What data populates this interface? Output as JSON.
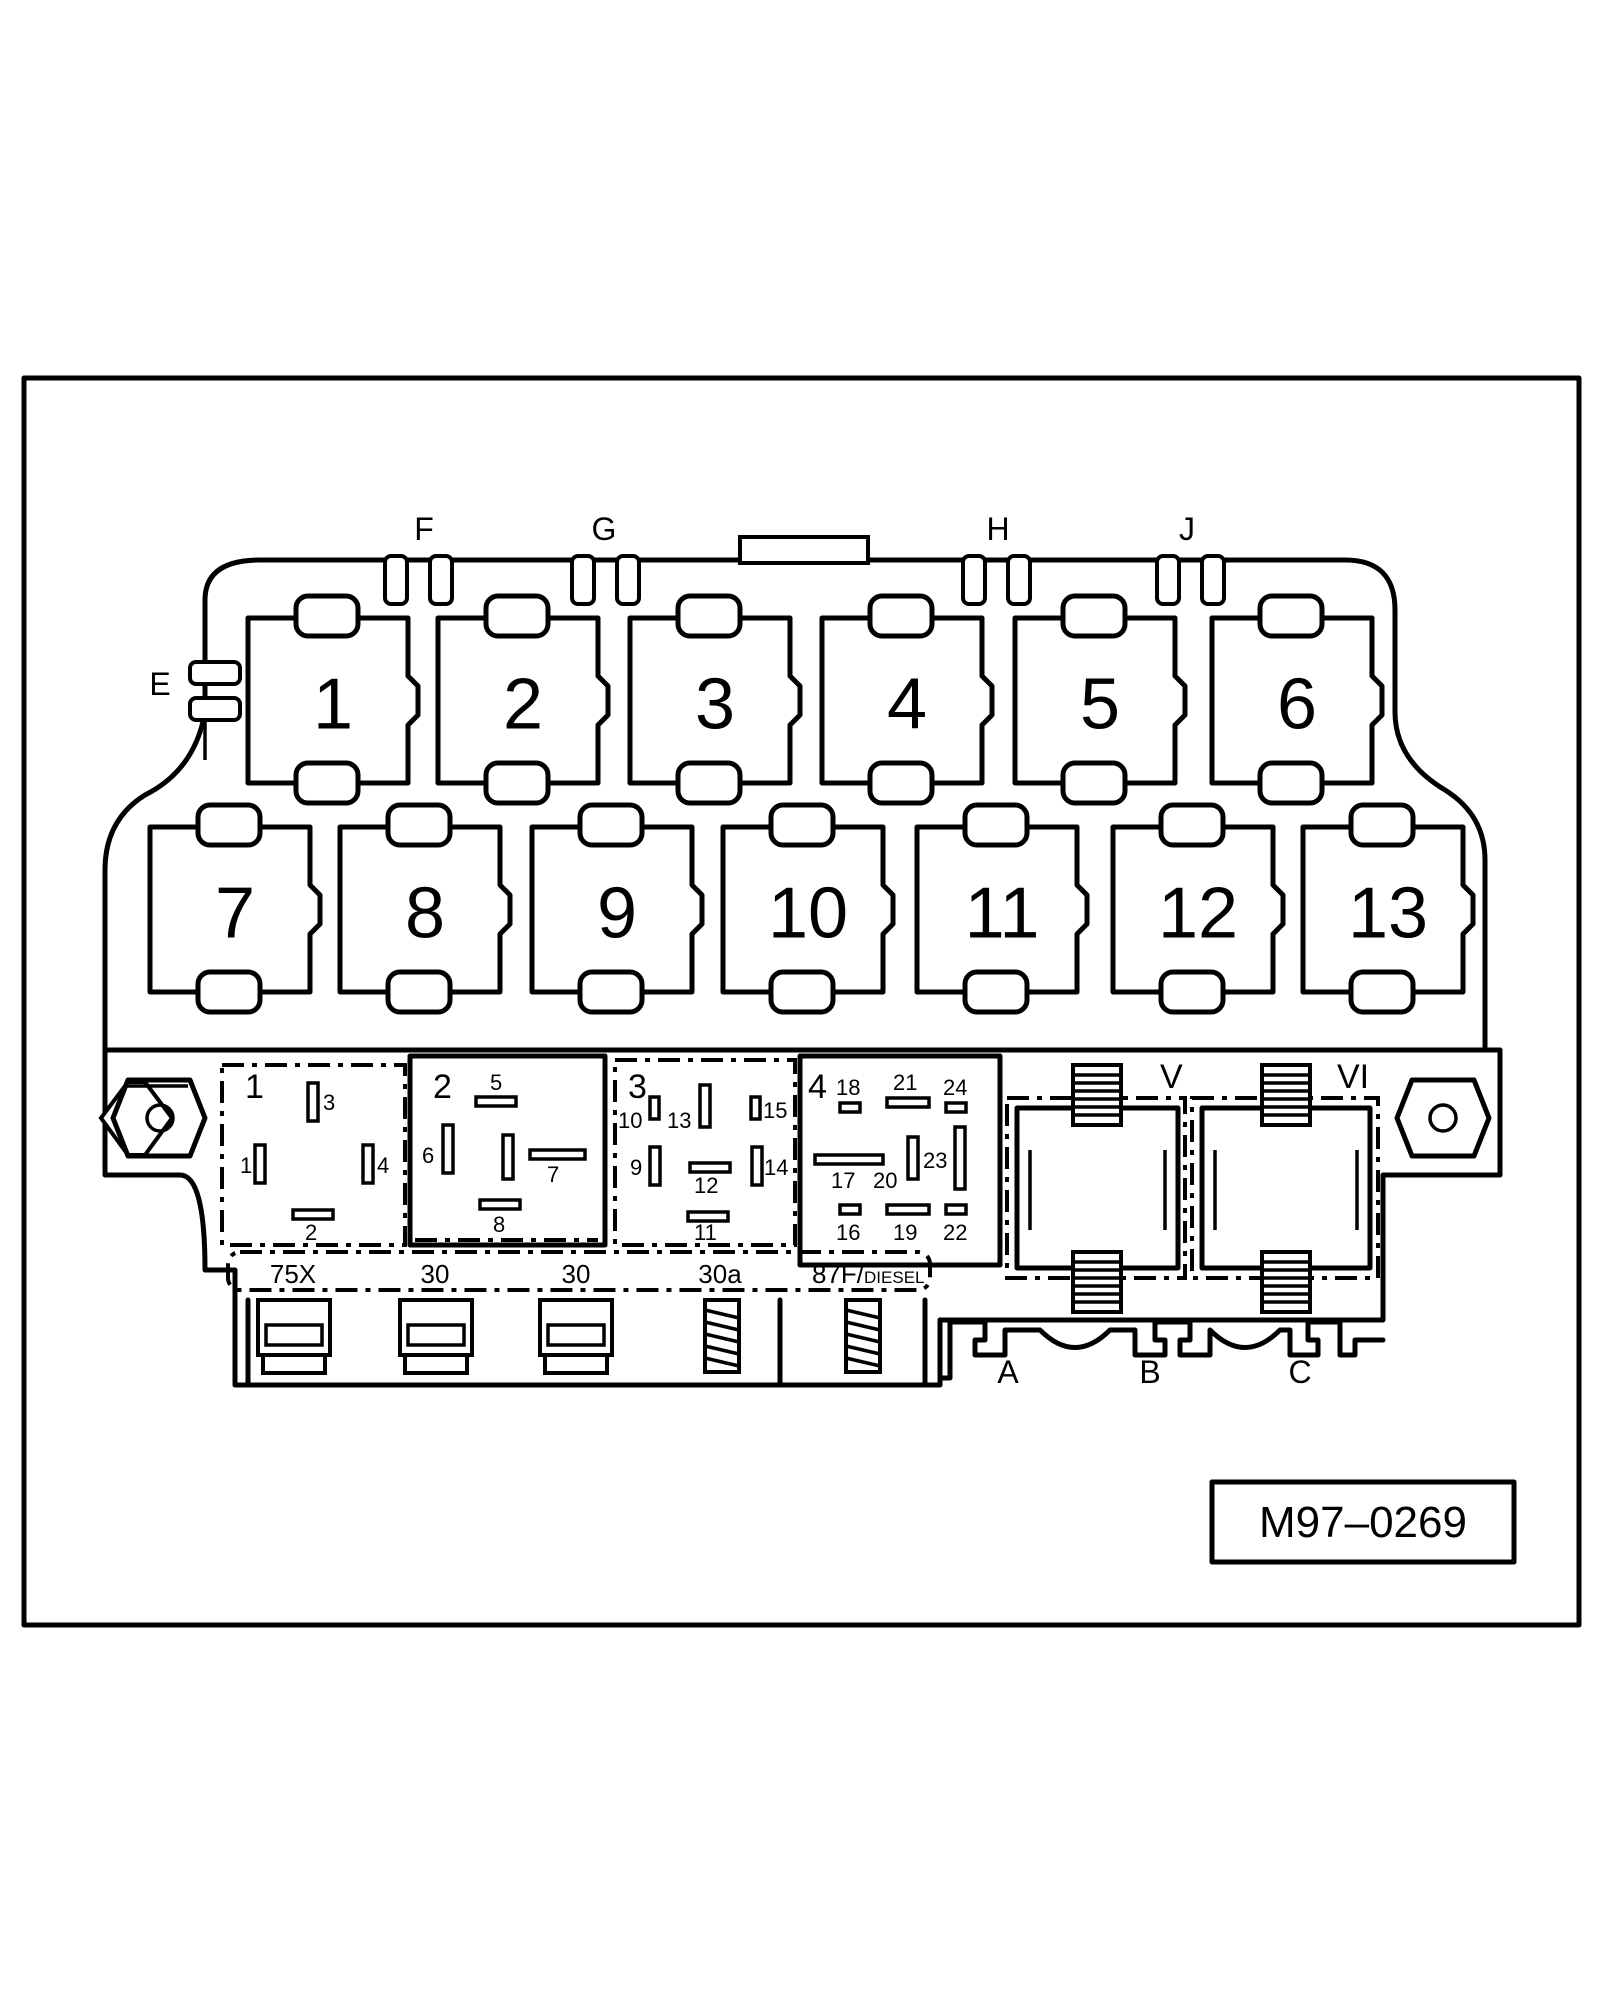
{
  "figure_id": "M97–0269",
  "relay_positions": [
    "1",
    "2",
    "3",
    "4",
    "5",
    "6",
    "7",
    "8",
    "9",
    "10",
    "11",
    "12",
    "13"
  ],
  "fuse_labels": [
    "E",
    "F",
    "G",
    "H",
    "J"
  ],
  "plug_sockets": [
    {
      "label": "1",
      "pins": [
        "1",
        "2",
        "3",
        "4"
      ]
    },
    {
      "label": "2",
      "pins": [
        "5",
        "6",
        "7",
        "8"
      ]
    },
    {
      "label": "3",
      "pins": [
        "9",
        "10",
        "11",
        "12",
        "13",
        "14",
        "15"
      ]
    },
    {
      "label": "4",
      "pins": [
        "16",
        "17",
        "18",
        "19",
        "20",
        "21",
        "22",
        "23",
        "24"
      ]
    }
  ],
  "connector_labels": [
    "V",
    "VI"
  ],
  "terminals": [
    "75X",
    "30",
    "30",
    "30a",
    "87F/",
    "DIESEL"
  ],
  "bottom_labels": [
    "A",
    "B",
    "C"
  ]
}
